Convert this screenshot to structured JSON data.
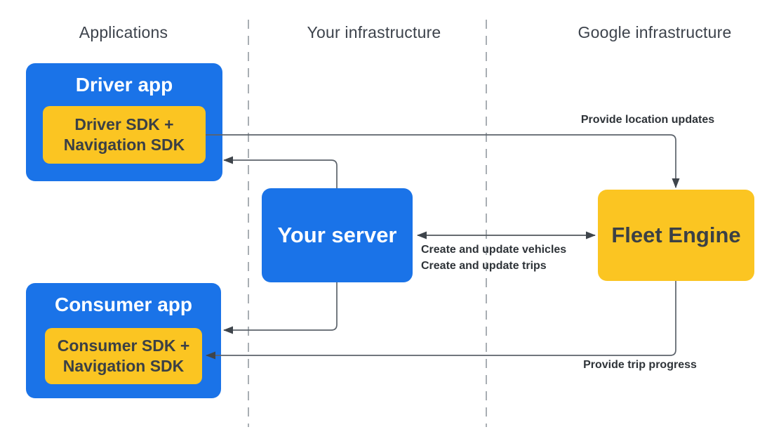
{
  "columns": {
    "applications": "Applications",
    "your_infrastructure": "Your infrastructure",
    "google_infrastructure": "Google infrastructure"
  },
  "nodes": {
    "driver_app": {
      "title": "Driver app",
      "sdk_line1": "Driver SDK +",
      "sdk_line2": "Navigation SDK"
    },
    "consumer_app": {
      "title": "Consumer app",
      "sdk_line1": "Consumer SDK +",
      "sdk_line2": "Navigation SDK"
    },
    "your_server": {
      "title": "Your server"
    },
    "fleet_engine": {
      "title": "Fleet Engine"
    }
  },
  "edges": {
    "driver_to_fleet": {
      "label": "Provide location updates"
    },
    "server_fleet_bidirectional": {
      "label_line1": "Create and update vehicles",
      "label_line2": "Create and update trips"
    },
    "fleet_to_consumer": {
      "label": "Provide trip progress"
    }
  },
  "colors": {
    "node_blue": "#1a73e8",
    "node_yellow": "#fbc522",
    "dark_text": "#3b4045",
    "header_text": "#3d434c",
    "connector_line": "#5c636b",
    "arrowhead": "#3e444b",
    "divider_dash": "#9aa0a6"
  }
}
